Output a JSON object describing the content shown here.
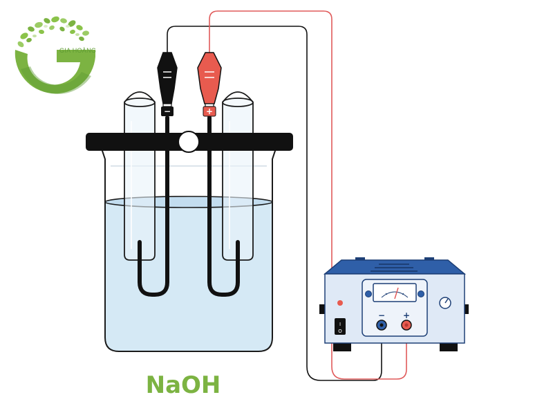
{
  "logo": {
    "text": "GIA HOÀNG",
    "letter": "G"
  },
  "electrolyte_label": "NaOH",
  "power_supply": {
    "negative_label": "−",
    "positive_label": "+",
    "switch_on": "I",
    "switch_off": "O"
  },
  "electrodes": {
    "negative_symbol": "−",
    "positive_symbol": "+"
  },
  "colors": {
    "brand_green": "#7cb342",
    "brand_green_dark": "#4e8b2a",
    "wire_black": "#111111",
    "wire_red": "#e05a5a",
    "clip_red": "#e85b4f",
    "solution": "#d5e9f5",
    "supply_body": "#2f5fa8",
    "supply_panel": "#dfe9f6"
  }
}
